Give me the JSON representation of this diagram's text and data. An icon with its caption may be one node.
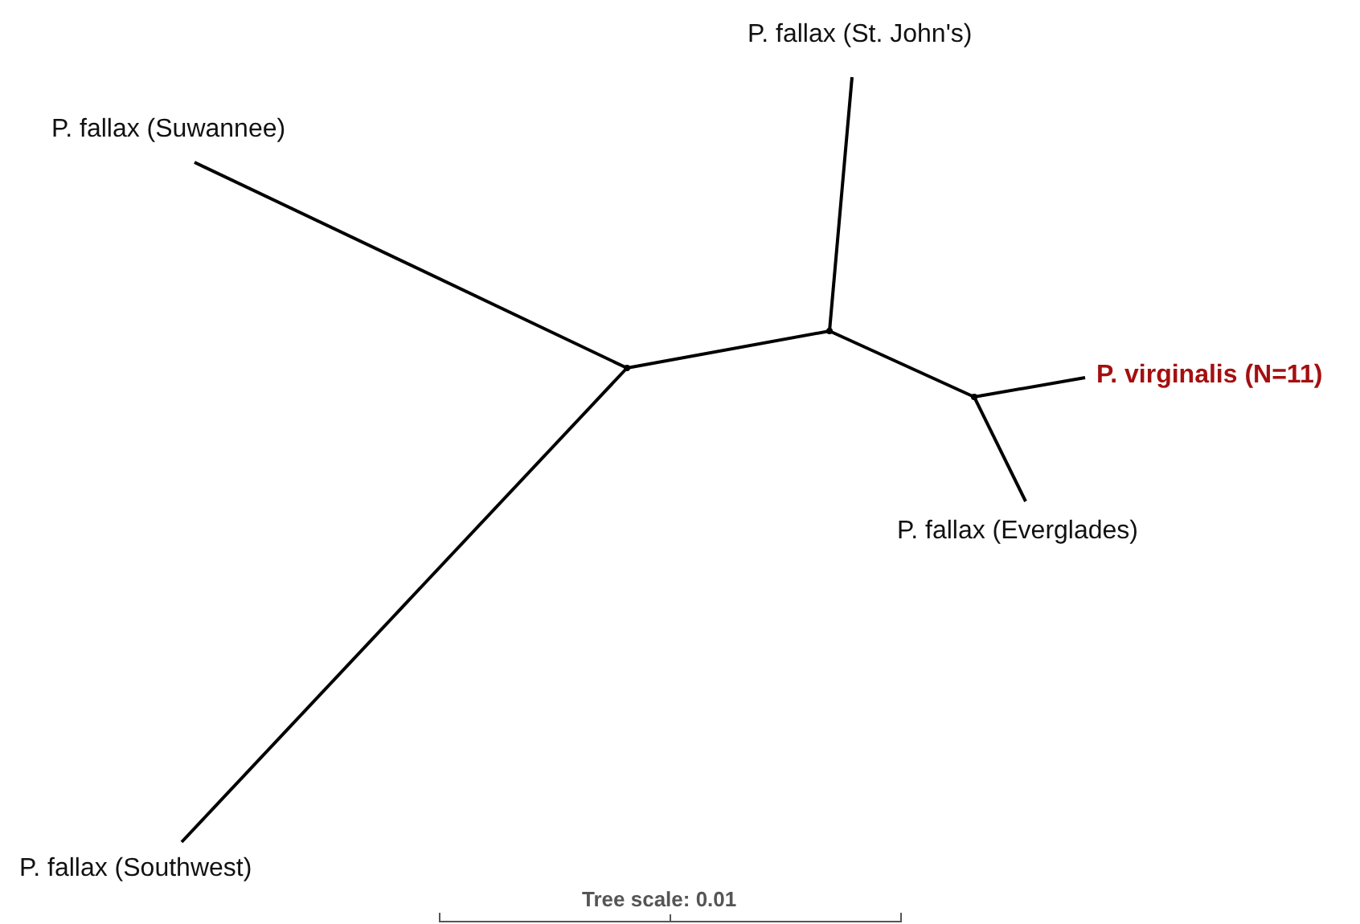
{
  "diagram": {
    "nodes": [
      {
        "text": [
          "P. fallax (St. John's)"
        ]
      },
      {
        "text": [
          "P. fallax (Suwannee)"
        ]
      },
      {
        "text": [
          "P. virginalis (N=11)"
        ]
      },
      {
        "text": [
          "P. fallax (Everglades)"
        ]
      },
      {
        "text": [
          "P. fallax (Southwest)"
        ]
      },
      {
        "text": [],
        "shape": "point"
      },
      {
        "text": [],
        "shape": "point"
      },
      {
        "text": [],
        "shape": "point"
      }
    ],
    "edges": [
      {
        "from": 5,
        "to": 1,
        "arrow": "none"
      },
      {
        "from": 5,
        "to": 4,
        "arrow": "none"
      },
      {
        "from": 5,
        "to": 6,
        "arrow": "none"
      },
      {
        "from": 6,
        "to": 0,
        "arrow": "none"
      },
      {
        "from": 6,
        "to": 7,
        "arrow": "none"
      },
      {
        "from": 7,
        "to": 2,
        "arrow": "none"
      },
      {
        "from": 7,
        "to": 3,
        "arrow": "none"
      }
    ],
    "labels": [
      "Tree scale: 0.01"
    ]
  }
}
